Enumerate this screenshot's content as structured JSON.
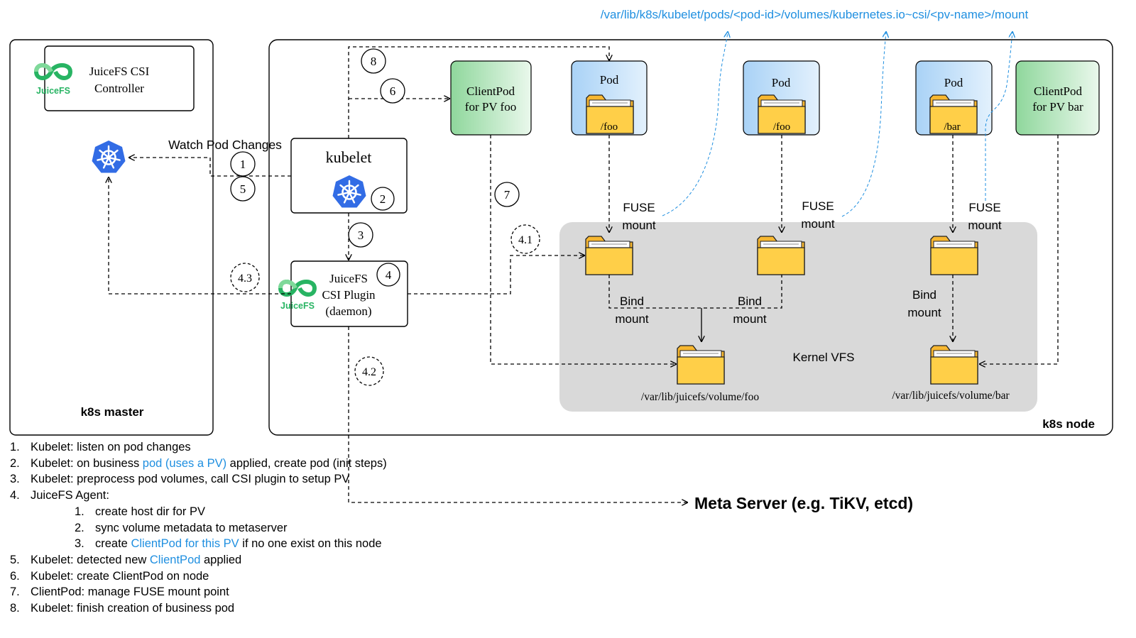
{
  "path_label": "/var/lib/k8s/kubelet/pods/<pod-id>/volumes/kubernetes.io~csi/<pv-name>/mount",
  "master": {
    "label": "k8s master",
    "controller_line1": "JuiceFS CSI",
    "controller_line2": "Controller",
    "logo_text": "JuiceFS"
  },
  "node": {
    "label": "k8s node"
  },
  "watch_label": "Watch Pod Changes",
  "kubelet_label": "kubelet",
  "plugin": {
    "line1": "JuiceFS",
    "line2": "CSI Plugin",
    "line3": "(daemon)",
    "logo_text": "JuiceFS"
  },
  "clientpod_foo": {
    "line1": "ClientPod",
    "line2": "for PV foo"
  },
  "clientpod_bar": {
    "line1": "ClientPod",
    "line2": "for PV bar"
  },
  "pods": [
    {
      "label": "Pod",
      "folder": "/foo"
    },
    {
      "label": "Pod",
      "folder": "/foo"
    },
    {
      "label": "Pod",
      "folder": "/bar"
    }
  ],
  "fuse": {
    "line1": "FUSE",
    "line2": "mount"
  },
  "bind": {
    "line1": "Bind",
    "line2": "mount"
  },
  "kernel_vfs": "Kernel VFS",
  "vol_foo": "/var/lib/juicefs/volume/foo",
  "vol_bar": "/var/lib/juicefs/volume/bar",
  "meta_server": "Meta Server (e.g. TiKV, etcd)",
  "steps": {
    "s1": "1",
    "s2": "2",
    "s3": "3",
    "s4": "4",
    "s5": "5",
    "s6": "6",
    "s7": "7",
    "s8": "8",
    "s41": "4.1",
    "s42": "4.2",
    "s43": "4.3"
  },
  "legend": {
    "items": [
      {
        "num": "1.",
        "text": "Kubelet: listen on pod changes"
      },
      {
        "num": "2.",
        "pre": "Kubelet:  on business ",
        "hl": "pod (uses a PV)",
        "post": " applied, create pod (init steps)"
      },
      {
        "num": "3.",
        "text": "Kubelet: preprocess pod volumes, call CSI plugin to setup PV"
      },
      {
        "num": "4.",
        "text": "JuiceFS Agent:"
      },
      {
        "num": "5.",
        "pre": "Kubelet: detected new ",
        "hl": "ClientPod",
        "post": " applied"
      },
      {
        "num": "6.",
        "text": "Kubelet: create ClientPod on node"
      },
      {
        "num": "7.",
        "text": "ClientPod: manage FUSE mount point"
      },
      {
        "num": "8.",
        "text": "Kubelet: finish creation of business pod"
      }
    ],
    "sub": [
      {
        "num": "1.",
        "text": "create host dir for PV"
      },
      {
        "num": "2.",
        "text": "sync volume metadata to metaserver"
      },
      {
        "num": "3.",
        "pre": "create ",
        "hl": "ClientPod for this PV",
        "post": " if no one exist on this node"
      }
    ]
  },
  "colors": {
    "link_blue": "#1f8fe0",
    "pod_blue": "#bcdcf7",
    "client_green": "#bfe6c6",
    "folder_yellow": "#ffc83d",
    "vfs_gray": "#d9d9d9",
    "k8s_blue": "#326ce5",
    "juicefs_green": "#28b463"
  }
}
